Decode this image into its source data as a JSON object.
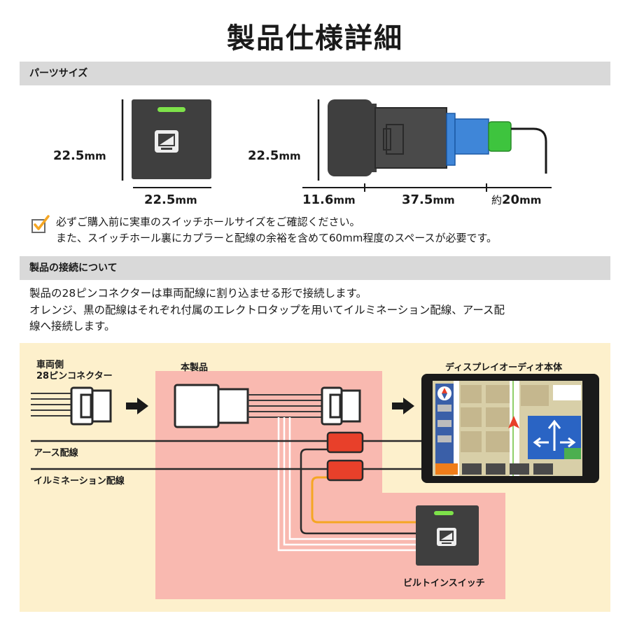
{
  "title": "製品仕様詳細",
  "sections": {
    "parts_size": "パーツサイズ",
    "connection": "製品の接続について"
  },
  "dimensions": {
    "front_height": "22.5",
    "front_width": "22.5",
    "side_height": "22.5",
    "side_head": "11.6",
    "side_body": "37.5",
    "side_cable_prefix": "約",
    "side_cable": "20",
    "unit": "mm"
  },
  "notice": {
    "line1": "必ずご購入前に実車のスイッチホールサイズをご確認ください。",
    "line2": "また、スイッチホール裏にカプラーと配線の余裕を含めて60mm程度のスペースが必要です。"
  },
  "description": {
    "line1": "製品の28ピンコネクターは車両配線に割り込ませる形で接続します。",
    "line2": "オレンジ、黒の配線はそれぞれ付属のエレクトロタップを用いてイルミネーション配線、アース配",
    "line3": "線へ接続します。"
  },
  "diagram": {
    "vehicle_side_l1": "車両側",
    "vehicle_side_l2": "28ピンコネクター",
    "product": "本製品",
    "display_unit": "ディスプレイオーディオ本体",
    "ground_wire": "アース配線",
    "illumination_wire": "イルミネーション配線",
    "builtin_switch": "ビルトインスイッチ"
  },
  "colors": {
    "indicator_green": "#7ee24a",
    "switch_body": "#3f3f3f",
    "connector_blue": "#3f86d8",
    "connector_green": "#3ec43e",
    "tap_red": "#e8402a",
    "wire_orange": "#f5a623",
    "diagram_bg": "#fdf0cc",
    "product_area": "#f9b9b0"
  },
  "icons": {
    "switch_icon": "display-icon",
    "notice_icon": "check-icon",
    "flow_arrow": "arrow-right-icon"
  }
}
